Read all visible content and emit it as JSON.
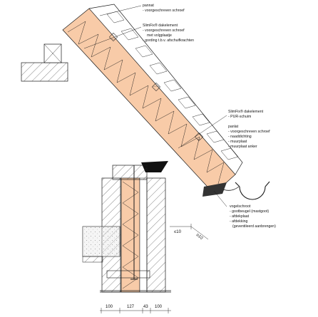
{
  "labels": {
    "top": [
      "pannat",
      "- voorgeschreven schroef"
    ],
    "upper": [
      "SlimFix® dakelement",
      "- voorgeschreven schroef",
      "met volgplaatje",
      "- gording t.b.v. afschuifkrachten"
    ],
    "middle": [
      "SlimFix® dakelement",
      "- PUR-schuim",
      "panlat",
      "- voorgeschreven schroef",
      "- naaddichting",
      "- muurplaat",
      "- muurplaat anker"
    ],
    "lower": [
      "vogelschroot",
      "- gootbeugel (mastgoot)",
      "- afdekplaat",
      "- afdekking",
      "(geventileerd aanbrengen)"
    ]
  },
  "dimensions": {
    "bottom": [
      "100",
      "127",
      "43",
      "100"
    ],
    "side_left": "≤10",
    "side_right": "≥10"
  },
  "colors": {
    "insulation": "#f8cba8",
    "line": "#1a1a1a",
    "concrete": "#e6e6e6"
  }
}
